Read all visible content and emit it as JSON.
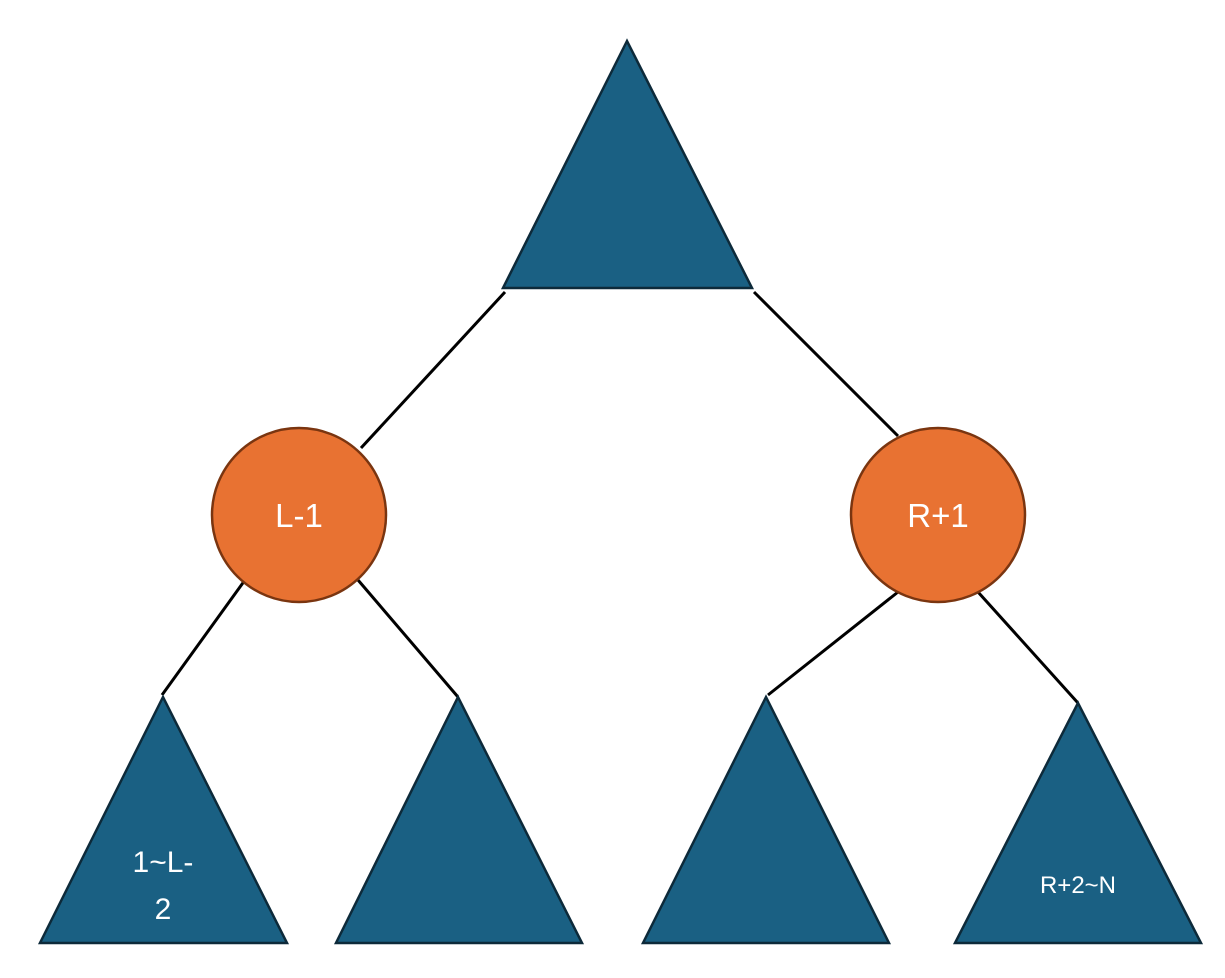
{
  "colors": {
    "subtree_fill": "#1a6083",
    "subtree_stroke": "#0d2a3a",
    "node_fill": "#e87232",
    "node_stroke": "#7a3510",
    "edge": "#000000",
    "label": "#ffffff",
    "background": "#ffffff"
  },
  "tree": {
    "root_subtree": {
      "label": ""
    },
    "left_node": {
      "label": "L-1"
    },
    "right_node": {
      "label": "R+1"
    },
    "leaf_left_outer": {
      "label_line1": "1~L-",
      "label_line2": "2"
    },
    "leaf_left_inner": {
      "label": ""
    },
    "leaf_right_inner": {
      "label": ""
    },
    "leaf_right_outer": {
      "label": "R+2~N"
    }
  }
}
